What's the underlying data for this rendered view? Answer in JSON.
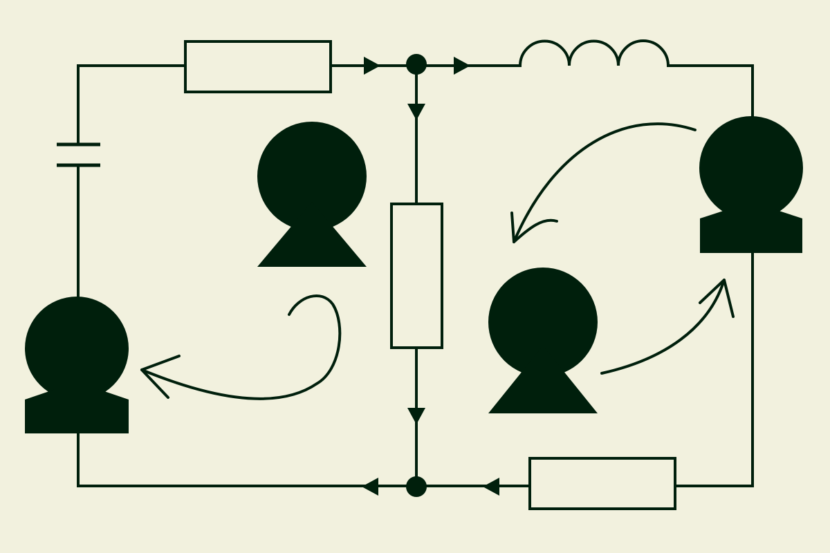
{
  "colors": {
    "background": "#f2f1de",
    "ink": "#001f0c"
  },
  "diagram": {
    "kind": "circuit-illustration",
    "components": [
      "resistor",
      "resistor",
      "resistor",
      "inductor",
      "capacitor"
    ],
    "junction_nodes": 2,
    "figures": [
      "person-bust",
      "person-bust",
      "person-triangle",
      "person-triangle"
    ],
    "curved_arrows": 3
  }
}
